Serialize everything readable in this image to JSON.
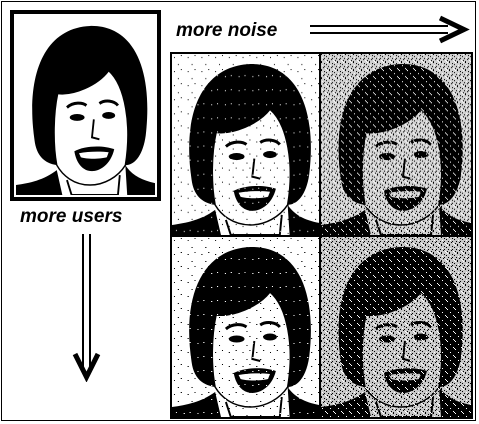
{
  "labels": {
    "noise_axis": "more  noise",
    "users_axis": "more users"
  },
  "panels": [
    {
      "id": "original",
      "noise": 0.0
    },
    {
      "id": "low-noise-few-users",
      "noise": 0.02
    },
    {
      "id": "high-noise-few-users",
      "noise": 0.35
    },
    {
      "id": "low-noise-more-users",
      "noise": 0.05
    },
    {
      "id": "high-noise-more-users",
      "noise": 0.4
    }
  ],
  "colors": {
    "ink": "#000000",
    "paper": "#ffffff"
  }
}
